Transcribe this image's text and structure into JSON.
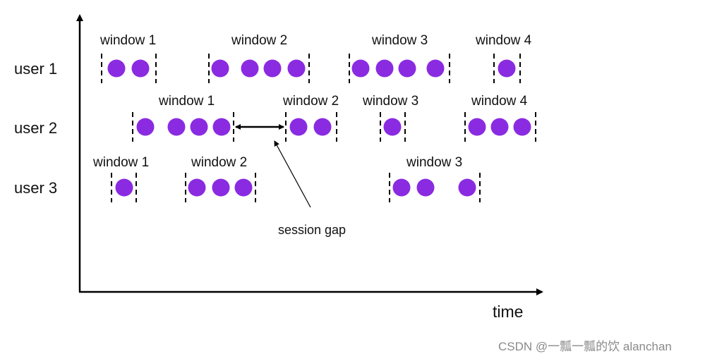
{
  "axis": {
    "x_label": "time"
  },
  "annotation": {
    "gap_label": "session gap"
  },
  "watermark": "CSDN @一瓢一瓢的饮 alanchan",
  "colors": {
    "dot": "#8a2be2",
    "line": "#000000"
  },
  "users": [
    {
      "label": "user 1",
      "windows": [
        {
          "label": "window 1",
          "dots": 2
        },
        {
          "label": "window 2",
          "dots": 4
        },
        {
          "label": "window 3",
          "dots": 4
        },
        {
          "label": "window 4",
          "dots": 1
        }
      ]
    },
    {
      "label": "user 2",
      "windows": [
        {
          "label": "window 1",
          "dots": 4
        },
        {
          "label": "window 2",
          "dots": 2
        },
        {
          "label": "window 3",
          "dots": 1
        },
        {
          "label": "window 4",
          "dots": 3
        }
      ]
    },
    {
      "label": "user 3",
      "windows": [
        {
          "label": "window 1",
          "dots": 1
        },
        {
          "label": "window 2",
          "dots": 3
        },
        {
          "label": "window 3",
          "dots": 3
        }
      ]
    }
  ]
}
